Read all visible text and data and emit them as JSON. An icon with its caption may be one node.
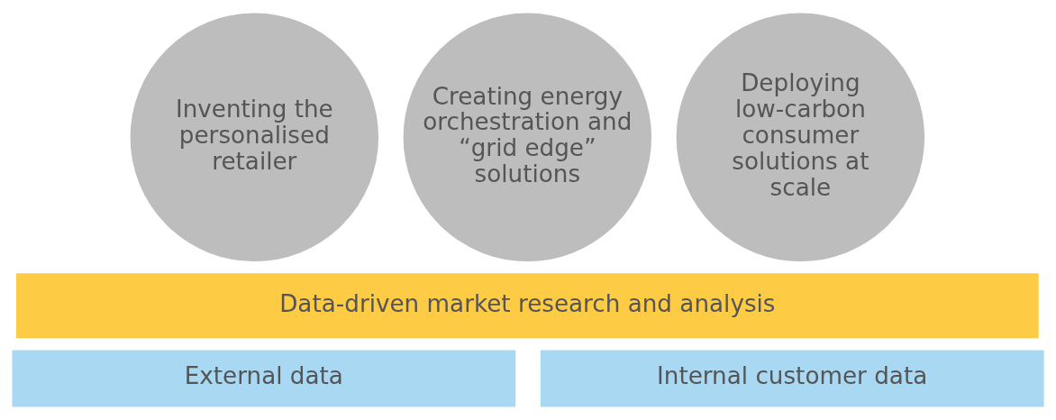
{
  "diagram": {
    "nodes": [
      {
        "text": [
          "Inventing the personalised retailer"
        ]
      },
      {
        "text": [
          "Creating energy orchestration and “grid edge” solutions"
        ]
      },
      {
        "text": [
          "Deploying low-carbon consumer solutions at scale"
        ]
      },
      {
        "text": [
          "Data-driven market research and analysis"
        ]
      },
      {
        "text": [
          "External data"
        ]
      },
      {
        "text": [
          "Internal customer data"
        ]
      }
    ]
  }
}
